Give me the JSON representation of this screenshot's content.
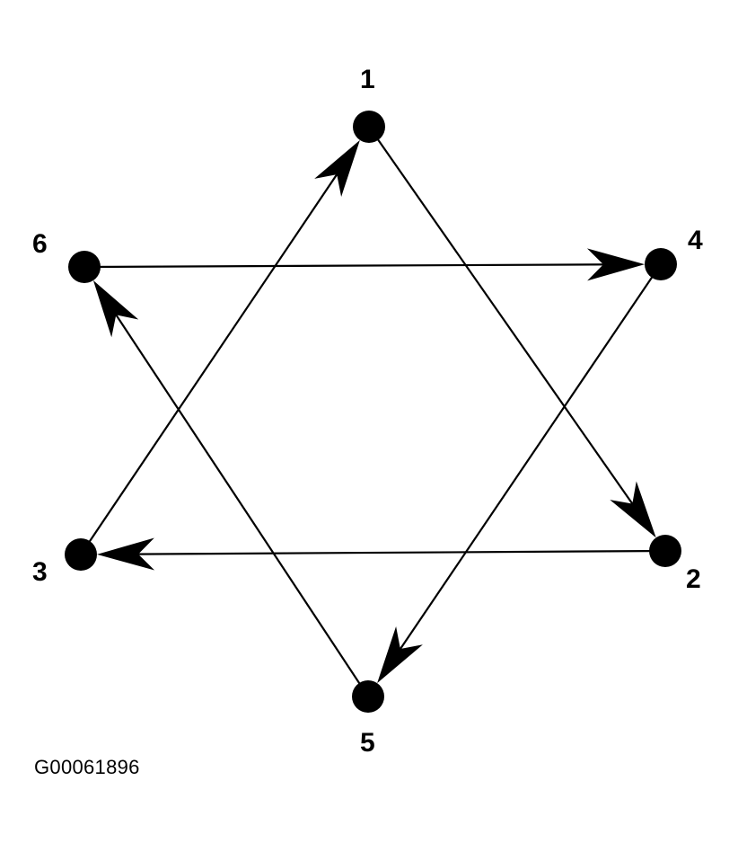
{
  "diagram": {
    "nodes": [
      {
        "id": "1",
        "label": "1"
      },
      {
        "id": "2",
        "label": "2"
      },
      {
        "id": "3",
        "label": "3"
      },
      {
        "id": "4",
        "label": "4"
      },
      {
        "id": "5",
        "label": "5"
      },
      {
        "id": "6",
        "label": "6"
      }
    ],
    "edges": [
      {
        "from": "1",
        "to": "2"
      },
      {
        "from": "2",
        "to": "3"
      },
      {
        "from": "3",
        "to": "1"
      },
      {
        "from": "4",
        "to": "5"
      },
      {
        "from": "5",
        "to": "6"
      },
      {
        "from": "6",
        "to": "4"
      }
    ],
    "line_color": "#000000",
    "node_color": "#000000"
  },
  "reference_code": "G00061896"
}
